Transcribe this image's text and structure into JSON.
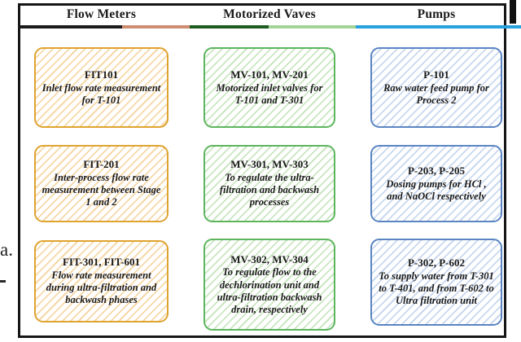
{
  "figure_label": {
    "text": "a."
  },
  "frame_color": "#161616",
  "accent_line": {
    "segments": [
      {
        "name": "black",
        "color": "#1b1b1b",
        "width_pct": 20.7
      },
      {
        "name": "salmon",
        "color": "#cd8d70",
        "width_pct": 13.4
      },
      {
        "name": "dark-green",
        "color": "#1d5b20",
        "width_pct": 15.7
      },
      {
        "name": "light-green",
        "color": "#a4d396",
        "width_pct": 17.3
      },
      {
        "name": "blue",
        "color": "#2aa1df",
        "width_pct": 32.9
      }
    ]
  },
  "table": {
    "columns": [
      {
        "header": "Flow Meters",
        "accent": "#dfa330",
        "hatch": "#f7d8a9",
        "boxes": [
          {
            "title": "FIT101",
            "desc": "Inlet flow rate measurement for T-101"
          },
          {
            "title": "FIT-201",
            "desc": "Inter-process flow rate measurement between Stage 1 and 2"
          },
          {
            "title": "FIT-301, FIT-601",
            "desc": "Flow rate measurement during ultra-filtration and backwash phases"
          }
        ]
      },
      {
        "header": "Motorized Vaves",
        "accent": "#5db55d",
        "hatch": "#cbe6c2",
        "boxes": [
          {
            "title": "MV-101, MV-201",
            "desc": "Motorized inlet valves for T-101 and T-301"
          },
          {
            "title": "MV-301, MV-303",
            "desc": "To regulate the ultra-filtration and backwash processes"
          },
          {
            "title": "MV-302, MV-304",
            "desc": "To regulate flow to the dechlorination unit and ultra-filtration backwash drain, respectively"
          }
        ]
      },
      {
        "header": "Pumps",
        "accent": "#5a85c2",
        "hatch": "#c9d8f0",
        "boxes": [
          {
            "title": "P-101",
            "desc": "Raw water feed pump for Process 2"
          },
          {
            "title": "P-203, P-205",
            "desc": "Dosing pumps for HCl , and NaOCl respectively"
          },
          {
            "title": "P-302, P-602",
            "desc": "To supply water from T-301 to T-401, and from T-602 to Ultra filtration unit"
          }
        ]
      }
    ]
  }
}
